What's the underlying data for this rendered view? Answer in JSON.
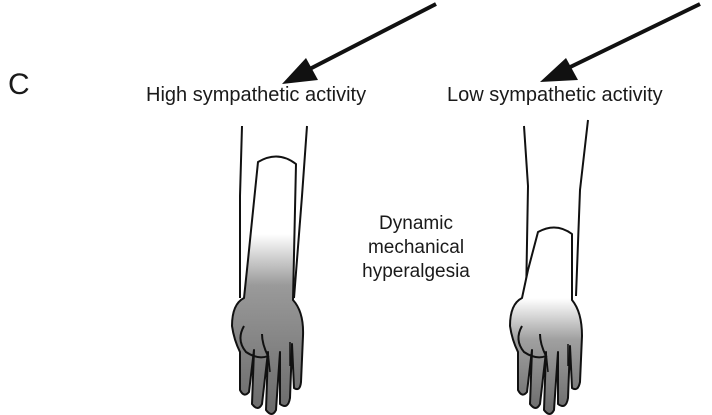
{
  "panel_label": "C",
  "labels": {
    "high": "High sympathetic activity",
    "low": "Low sympathetic activity"
  },
  "center_text": [
    "Dynamic",
    "mechanical",
    "hyperalgesia"
  ],
  "colors": {
    "line": "#111111",
    "shade_dark": "#6f6f6f",
    "background": "#ffffff"
  }
}
